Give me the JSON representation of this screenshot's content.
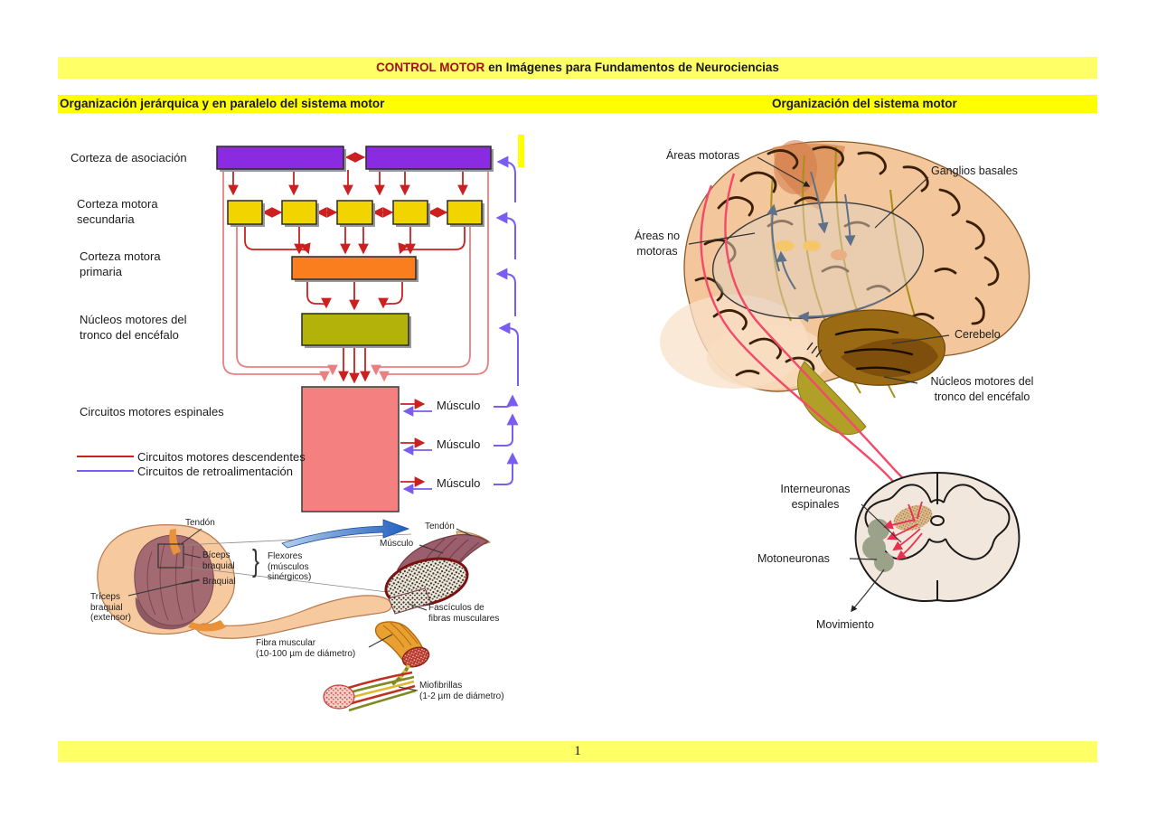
{
  "page": {
    "title_prefix": "CONTROL MOTOR",
    "title_rest": " en Imágenes para Fundamentos de Neurociencias",
    "page_number": "1"
  },
  "headers": {
    "left": "Organización jerárquica y en paralelo del sistema motor",
    "right": "Organización del sistema motor"
  },
  "flowchart": {
    "labels": {
      "association": "Corteza de asociación",
      "secondary": "Corteza motora\nsecundaria",
      "primary": "Corteza motora\nprimaria",
      "brainstem": "Núcleos motores del\ntronco del encéfalo",
      "spinal": "Circuitos motores espinales"
    },
    "muscles": [
      "Músculo",
      "Músculo",
      "Músculo"
    ],
    "legend": [
      {
        "label": "Circuitos motores descendentes",
        "color": "#CC2020"
      },
      {
        "label": "Circuitos de retroalimentación",
        "color": "#7B5CF0"
      }
    ]
  },
  "arm_figure": {
    "labels": {
      "tendon": "Tendón",
      "biceps": "Bíceps\nbraquial",
      "brachialis": "Braquial",
      "flexors": "Flexores\n(músculos\nsinérgicos)",
      "flexors_brace": "}",
      "triceps": "Tríceps\nbraquial\n(extensor)"
    }
  },
  "muscle_figure": {
    "labels": {
      "tendon": "Tendón",
      "muscle": "Músculo",
      "fascicles": "Fascículos de\nfibras musculares",
      "fiber": "Fibra muscular\n(10-100 µm de diámetro)",
      "myofibrils": "Miofibrillas\n(1-2 µm de diámetro)"
    }
  },
  "brain_figure": {
    "labels": {
      "motor_areas": "Áreas motoras",
      "basal_ganglia": "Ganglios basales",
      "non_motor_areas": "Áreas no\nmotoras",
      "cerebellum": "Cerebelo",
      "brainstem_nuclei": "Núcleos motores del\ntronco del encéfalo",
      "interneurons": "Interneuronas\nespinales",
      "motoneurons": "Motoneuronas",
      "movement": "Movimiento"
    }
  },
  "colors": {
    "title_bar": "#FFFF66",
    "section_bar": "#FFFF00",
    "footer_bar": "#FFFF66",
    "title_red": "#A01010",
    "box_purple": "#8A2BE2",
    "box_yellow": "#F2D500",
    "box_orange": "#FA7D1E",
    "box_olive": "#B3B20A",
    "box_pink": "#F58080",
    "arrow_red": "#CC2020",
    "arrow_salmon": "#E98080",
    "arrow_purple": "#7B5CF0"
  }
}
